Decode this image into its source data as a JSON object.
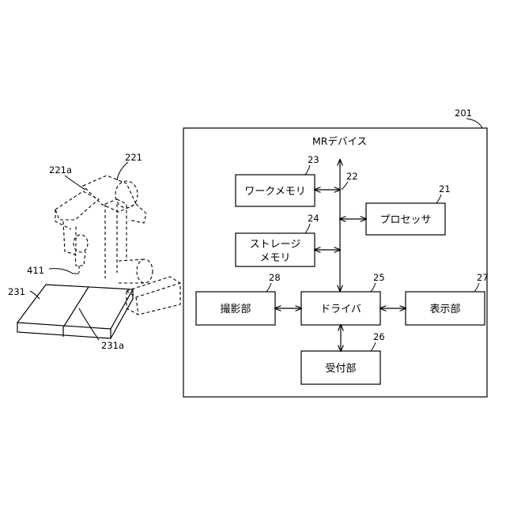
{
  "device": {
    "ref": "201",
    "title": "MRデバイス"
  },
  "blocks": {
    "work_memory": {
      "label": "ワークメモリ",
      "ref": "23"
    },
    "bus": {
      "ref": "22"
    },
    "processor": {
      "label": "プロセッサ",
      "ref": "21"
    },
    "storage_memory": {
      "label_line1": "ストレージ",
      "label_line2": "メモリ",
      "ref": "24"
    },
    "camera": {
      "label": "撮影部",
      "ref": "28"
    },
    "driver": {
      "label": "ドライバ",
      "ref": "25"
    },
    "display": {
      "label": "表示部",
      "ref": "27"
    },
    "receiver": {
      "label": "受付部",
      "ref": "26"
    }
  },
  "robot_illustration": {
    "robot_ref": "221",
    "robot_part_ref": "221a",
    "tool_ref": "411",
    "workpiece_ref": "231",
    "workpiece_part_ref": "231a"
  }
}
